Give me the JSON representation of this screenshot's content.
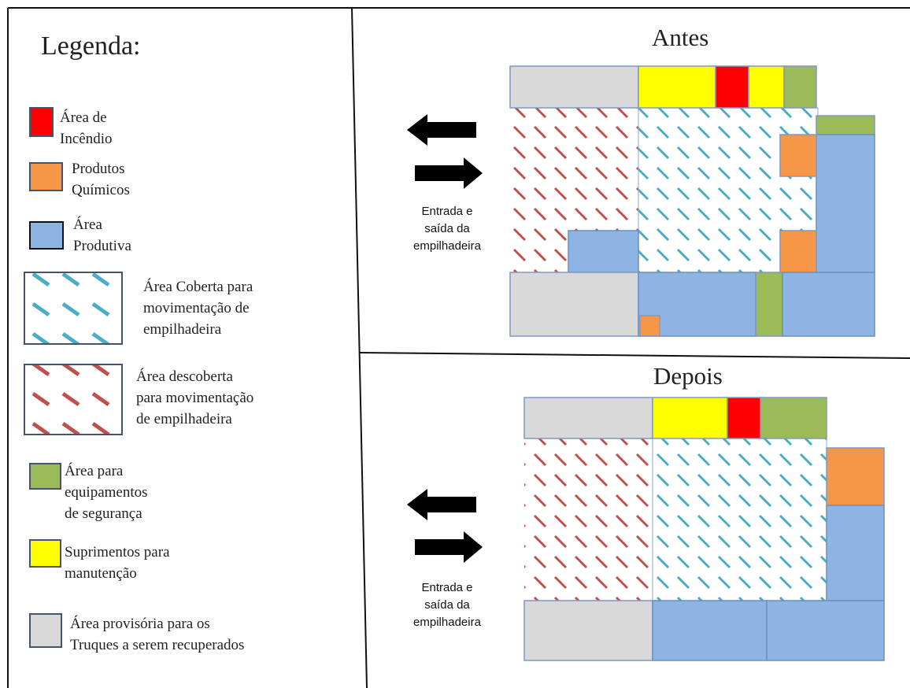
{
  "legend": {
    "title": "Legenda:",
    "items": [
      {
        "key": "fire",
        "lines": [
          "Área de",
          "Incêndio"
        ],
        "color": "#ff0000"
      },
      {
        "key": "chem",
        "lines": [
          "Produtos",
          "Químicos"
        ],
        "color": "#f79646"
      },
      {
        "key": "prod",
        "lines": [
          "Área",
          "Produtiva"
        ],
        "color": "#8eb4e3"
      },
      {
        "key": "covered",
        "lines": [
          "Área Coberta para",
          "movimentação de",
          "empilhadeira"
        ],
        "color": "#4bacc6"
      },
      {
        "key": "uncovered",
        "lines": [
          "Área descoberta",
          "para movimentação",
          "de empilhadeira"
        ],
        "color": "#c0504d"
      },
      {
        "key": "safety",
        "lines": [
          "Área para",
          "equipamentos",
          "de segurança"
        ],
        "color": "#9bbb59"
      },
      {
        "key": "supply",
        "lines": [
          "Suprimentos para",
          "manutenção"
        ],
        "color": "#ffff00"
      },
      {
        "key": "temp",
        "lines": [
          "Área provisória para os",
          "Truques a serem recuperados"
        ],
        "color": "#d9d9d9"
      }
    ]
  },
  "panels": {
    "before_title": "Antes",
    "after_title": "Depois",
    "arrow_caption": [
      "Entrada e",
      "saída da",
      "empilhadeira"
    ]
  }
}
